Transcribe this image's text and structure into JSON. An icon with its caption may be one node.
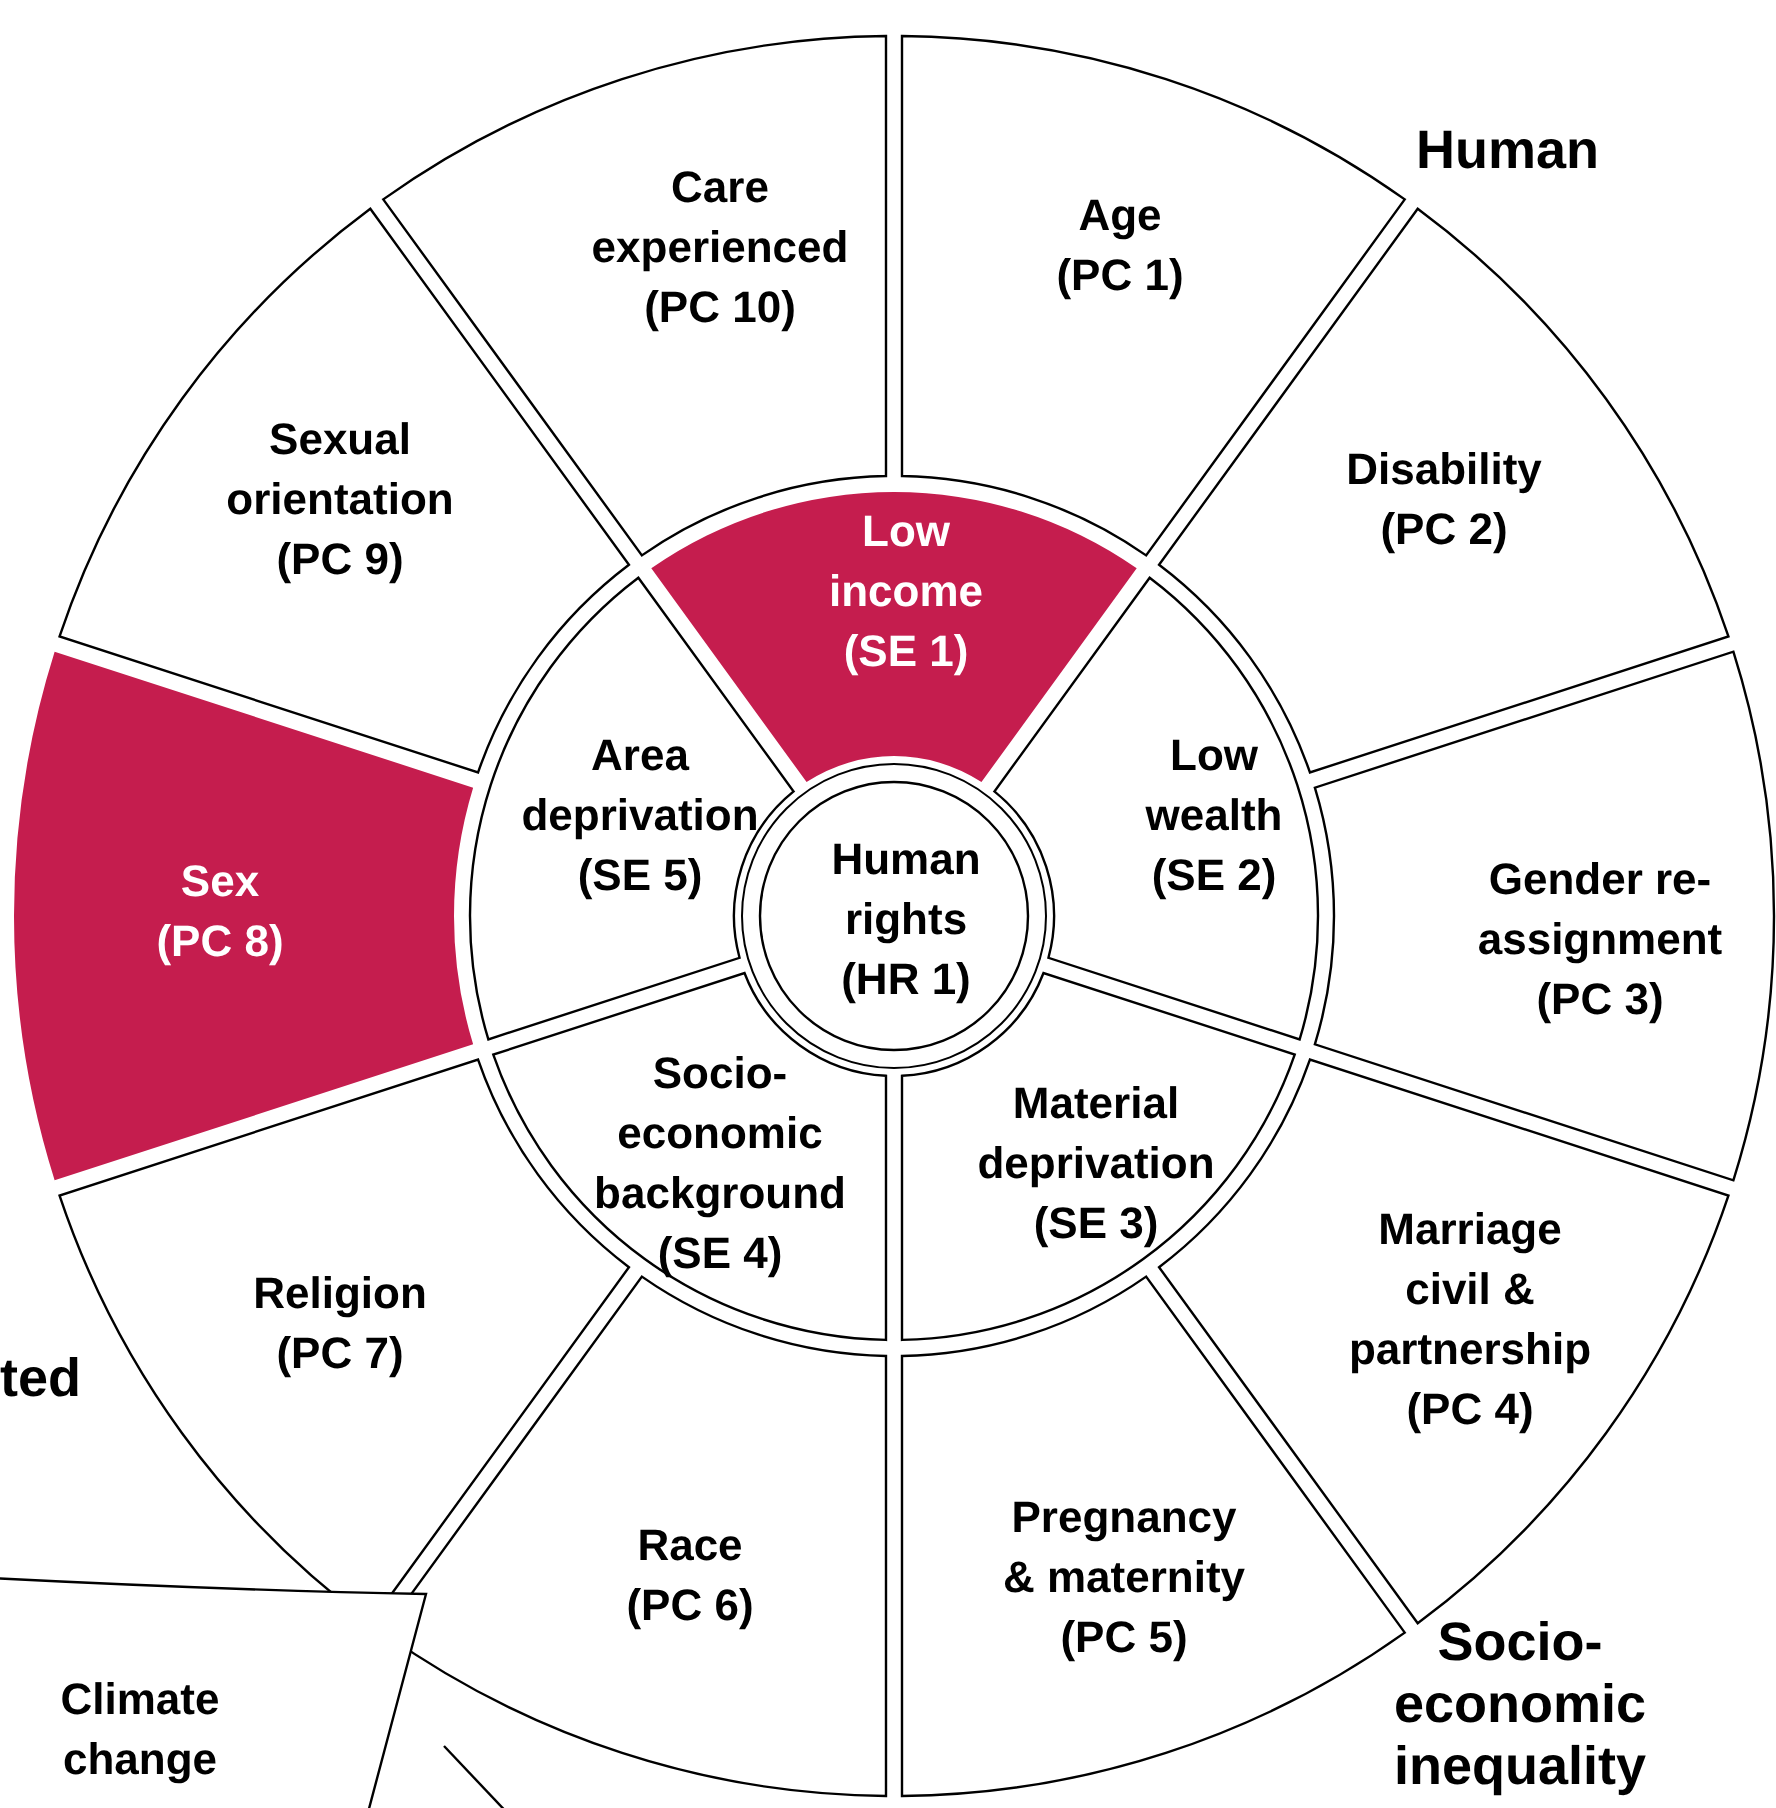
{
  "diagram": {
    "nodes": [
      {
        "text": [
          "Human rights",
          "(HR 1)"
        ]
      },
      {
        "text": [
          "Low income",
          "(SE 1)"
        ]
      },
      {
        "text": [
          "Low wealth",
          "(SE 2)"
        ]
      },
      {
        "text": [
          "Material deprivation",
          "(SE 3)"
        ]
      },
      {
        "text": [
          "Socio-economic background",
          "(SE 4)"
        ]
      },
      {
        "text": [
          "Area deprivation",
          "(SE 5)"
        ]
      },
      {
        "text": [
          "Age",
          "(PC 1)"
        ]
      },
      {
        "text": [
          "Disability",
          "(PC 2)"
        ]
      },
      {
        "text": [
          "Gender re-assignment",
          "(PC 3)"
        ]
      },
      {
        "text": [
          "Marriage civil & partnership",
          "(PC 4)"
        ]
      },
      {
        "text": [
          "Pregnancy & maternity",
          "(PC 5)"
        ]
      },
      {
        "text": [
          "Race",
          "(PC 6)"
        ]
      },
      {
        "text": [
          "Religion",
          "(PC 7)"
        ]
      },
      {
        "text": [
          "Sex",
          "(PC 8)"
        ]
      },
      {
        "text": [
          "Sexual orientation",
          "(PC 9)"
        ]
      },
      {
        "text": [
          "Care experienced",
          "(PC 10)"
        ]
      },
      {
        "text": [
          "Climate change"
        ]
      }
    ],
    "labels": [
      "Human",
      "ted",
      "Socio-economic inequality"
    ]
  }
}
